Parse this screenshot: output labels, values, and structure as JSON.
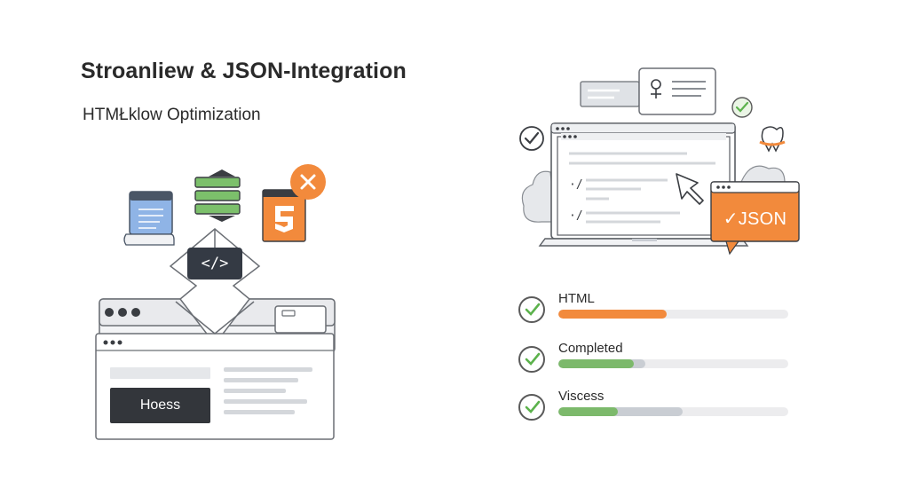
{
  "heading": "Stroanliew & JSON-Integration",
  "subheading": "HTMŁklow Optimization",
  "left_illustration": {
    "code_chip_label": "</>",
    "card_button_label": "Hoess",
    "icons": [
      "document-icon",
      "layers-stack-icon",
      "html5-icon",
      "close-icon",
      "code-icon"
    ]
  },
  "right_illustration": {
    "json_badge_label": "✓JSON",
    "editor_marks": [
      "·/",
      "·/"
    ],
    "icons": [
      "check-circle-icon",
      "person-card-icon",
      "tooth-icon",
      "cursor-arrow-icon",
      "cloud-icon"
    ]
  },
  "progress": [
    {
      "label": "HTML",
      "fill_fraction": 0.47,
      "fill_color": "#f28a3c",
      "secondary_fraction": 0.0
    },
    {
      "label": "Completed",
      "fill_fraction": 0.33,
      "fill_color": "#7cb96b",
      "secondary_fraction": 0.38
    },
    {
      "label": "Viscess",
      "fill_fraction": 0.26,
      "fill_color": "#7cb96b",
      "secondary_fraction": 0.54
    }
  ],
  "colors": {
    "accent_orange": "#f28a3c",
    "accent_green": "#7cb96b",
    "secondary_track": "#c9cdd3",
    "dark": "#33363b"
  }
}
